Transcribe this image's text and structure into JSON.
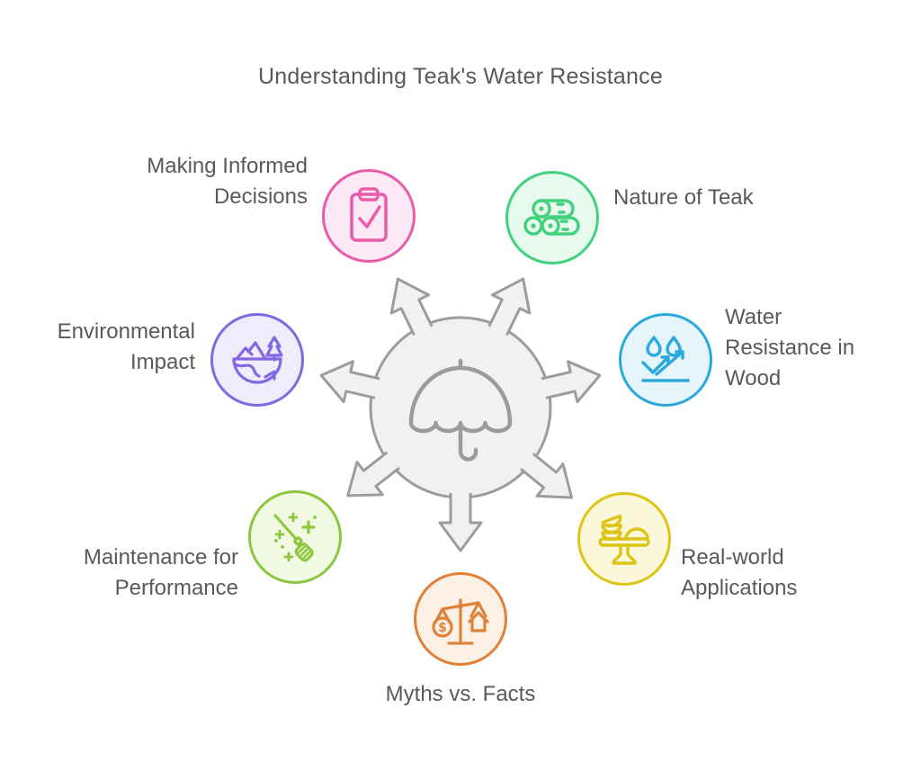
{
  "title": "Understanding Teak's Water Resistance",
  "text_color": "#58595b",
  "center": {
    "icon": "umbrella-icon",
    "fill": "#f1f1f1",
    "stroke": "#9c9c9c",
    "icon_color": "#9b9b9b"
  },
  "nodes": [
    {
      "label": "Making Informed\nDecisions",
      "icon": "clipboard-check-icon",
      "color": "#e95caa",
      "fill": "#fde9f5"
    },
    {
      "label": "Nature of Teak",
      "icon": "wood-logs-icon",
      "color": "#43d17e",
      "fill": "#e6faee"
    },
    {
      "label": "Water\nResistance in\nWood",
      "icon": "water-drops-icon",
      "color": "#2ba9de",
      "fill": "#e6f5fc"
    },
    {
      "label": "Real-world\nApplications",
      "icon": "cake-stand-icon",
      "color": "#ddc416",
      "fill": "#fbf7d9"
    },
    {
      "label": "Myths vs. Facts",
      "icon": "balance-scale-icon",
      "color": "#e0813a",
      "fill": "#fdf0e5"
    },
    {
      "label": "Maintenance for\nPerformance",
      "icon": "broom-icon",
      "color": "#8dc63f",
      "fill": "#f1f9e2"
    },
    {
      "label": "Environmental\nImpact",
      "icon": "globe-landscape-icon",
      "color": "#8269e2",
      "fill": "#efedfb"
    }
  ]
}
